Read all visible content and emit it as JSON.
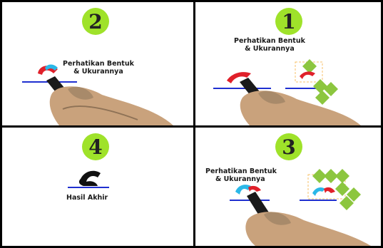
{
  "panels": [
    {
      "step": "2",
      "caption_line1": "Perhatikan Bentuk",
      "caption_line2": "& Ukurannya"
    },
    {
      "step": "1",
      "caption_line1": "Perhatikan Bentuk",
      "caption_line2": "& Ukurannya"
    },
    {
      "step": "4",
      "caption_line1": "Hasil Akhir"
    },
    {
      "step": "3",
      "caption_line1": "Perhatikan Bentuk",
      "caption_line2": "& Ukurannya"
    }
  ],
  "colors": {
    "badge": "#9fe22a",
    "guide_line": "#1f2fd0",
    "stroke_red": "#e0202a",
    "stroke_cyan": "#2ab8e8",
    "diamond": "#8cc63f",
    "skin": "#c9a27c"
  },
  "icons": [
    "hand-holding-pen-icon",
    "letter-stroke-icon",
    "diamond-guide-icon"
  ]
}
